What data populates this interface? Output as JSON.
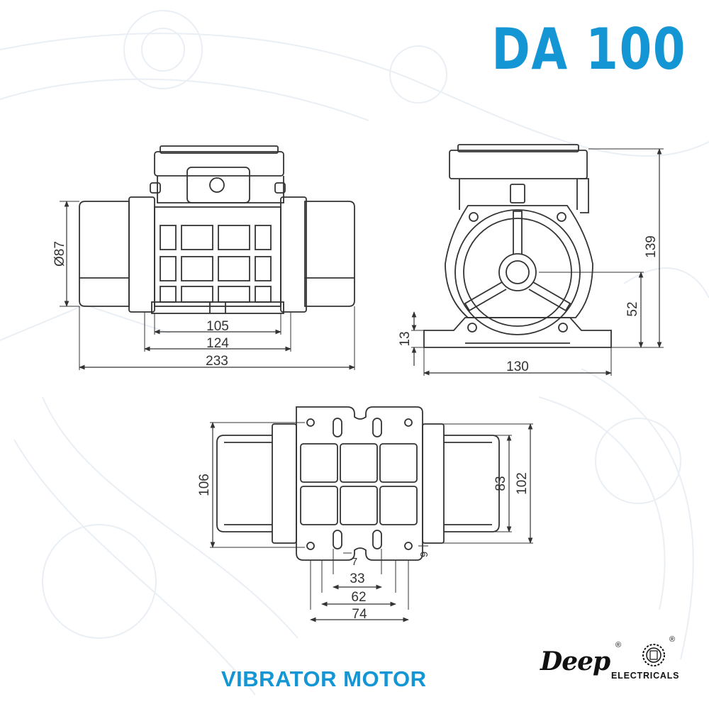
{
  "header": {
    "model": "DA 100"
  },
  "footer": {
    "product": "VIBRATOR MOTOR"
  },
  "brand": {
    "name": "Deep",
    "registered": "®",
    "subtitle": "ELECTRICALS"
  },
  "colors": {
    "accent": "#1596d4",
    "line": "#333333",
    "background_sketch": "#e9eff4"
  },
  "front_view": {
    "diameter": "Ø87",
    "widths": [
      "105",
      "124",
      "233"
    ]
  },
  "side_view": {
    "heights": [
      "139",
      "52",
      "13"
    ],
    "width": "130"
  },
  "bottom_view": {
    "heights": [
      "106",
      "83",
      "102"
    ],
    "hole_offset": "9",
    "small_gap": "7",
    "widths": [
      "33",
      "62",
      "74"
    ]
  }
}
